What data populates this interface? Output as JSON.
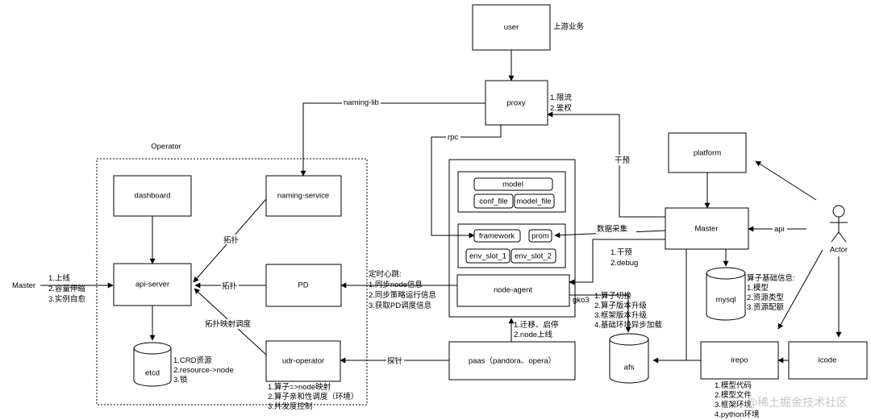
{
  "nodes": {
    "user": "user",
    "proxy": "proxy",
    "platform": "platform",
    "master": "Master",
    "dashboard": "dashboard",
    "naming_service": "naming-service",
    "api_server": "api-server",
    "pd": "PD",
    "udr_operator": "udr-operator",
    "model": "model",
    "conf_file": "conf_file",
    "model_file": "model_file",
    "framework": "framework",
    "prom": "prom",
    "env_slot_1": "env_slot_1",
    "env_slot_2": "env_slot_2",
    "node_agent": "node-agent",
    "paas": "paas（pandora、opera）",
    "irepo": "irepo",
    "icode": "icode",
    "etcd": "etcd",
    "mysql": "mysql",
    "afs": "afs",
    "actor": "Actor",
    "master_left": "Master",
    "operator_group": "Operator"
  },
  "labels": {
    "upstream": "上游业务",
    "proxy_notes": [
      "1.限流",
      "2.鉴权"
    ],
    "naming_lib": "naming-lib",
    "rpc": "rpc",
    "intervene_proxy": "干预",
    "api": "api",
    "data_collect": "数据采集",
    "intervene_debug": [
      "1.干预",
      "2.debug"
    ],
    "master_left_notes": [
      "1.上线",
      "2.容量伸缩",
      "3.实例自愈"
    ],
    "topo1": "拓扑",
    "topo2": "拓扑",
    "topo_mapping": "拓扑映射调度",
    "heartbeat": [
      "定时心跳:",
      "1.同步node信息",
      "2.同步策略运行信息",
      "3.获取PD调度信息"
    ],
    "gko3": "gko3",
    "switch_notes": [
      "1.算子切换",
      "2.算子版本升级",
      "3.框架版本升级",
      "4.基础环境异步加载"
    ],
    "migrate_notes": [
      "1.迁移、启停",
      "2.node上线"
    ],
    "probe": "探针",
    "etcd_notes": [
      "1.CRD资源",
      "2.resource->node",
      "3.锁"
    ],
    "udr_notes": [
      "1.算子=>node映射",
      "2.算子亲和性调度（环境）",
      "3.并发度控制"
    ],
    "mysql_notes": [
      "算子基础信息:",
      "1.模型",
      "2.资源类型",
      "3.资源配额"
    ],
    "irepo_notes": [
      "1.模型代码",
      "2.模型文件",
      "3.框架环境",
      "4.python环境"
    ]
  },
  "watermark": "@稀土掘金技术社区"
}
